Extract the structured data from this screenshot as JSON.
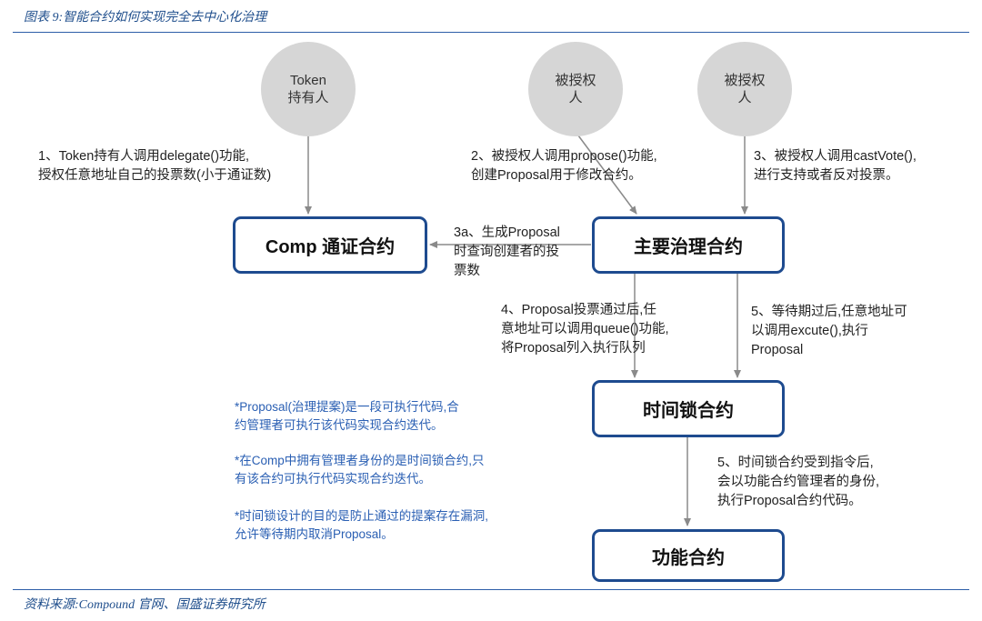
{
  "header": {
    "title": "图表 9:智能合约如何实现完全去中心化治理"
  },
  "footer": {
    "source": "资料来源:Compound 官网、国盛证券研究所"
  },
  "actors": {
    "token_holder": {
      "line1": "Token",
      "line2": "持有人"
    },
    "delegate_a": {
      "line1": "被授权",
      "line2": "人"
    },
    "delegate_b": {
      "line1": "被授权",
      "line2": "人"
    }
  },
  "boxes": {
    "comp": "Comp 通证合约",
    "governor": "主要治理合约",
    "timelock": "时间锁合约",
    "function": "功能合约"
  },
  "steps": {
    "s1": {
      "line1": "1、Token持有人调用delegate()功能,",
      "line2": "授权任意地址自己的投票数(小于通证数)"
    },
    "s2": {
      "line1": "2、被授权人调用propose()功能,",
      "line2": "创建Proposal用于修改合约。"
    },
    "s3": {
      "line1": "3、被授权人调用castVote(),",
      "line2": "进行支持或者反对投票。"
    },
    "s3a": {
      "line1": "3a、生成Proposal",
      "line2": "时查询创建者的投",
      "line3": "票数"
    },
    "s4": {
      "line1": "4、Proposal投票通过后,任",
      "line2": "意地址可以调用queue()功能,",
      "line3": "将Proposal列入执行队列"
    },
    "s5a": {
      "line1": "5、等待期过后,任意地址可",
      "line2": "以调用excute(),执行",
      "line3": "Proposal"
    },
    "s5b": {
      "line1": "5、时间锁合约受到指令后,",
      "line2": "会以功能合约管理者的身份,",
      "line3": "执行Proposal合约代码。"
    }
  },
  "notes": {
    "n1": {
      "line1": "*Proposal(治理提案)是一段可执行代码,合",
      "line2": "约管理者可执行该代码实现合约迭代。"
    },
    "n2": {
      "line1": "*在Comp中拥有管理者身份的是时间锁合约,只",
      "line2": "有该合约可执行代码实现合约迭代。"
    },
    "n3": {
      "line1": "*时间锁设计的目的是防止通过的提案存在漏洞,",
      "line2": "允许等待期内取消Proposal。"
    }
  },
  "colors": {
    "accent": "#1e4b8f",
    "note": "#2a5fb3",
    "circle": "#d6d6d6",
    "arrow": "#8a8a8a"
  }
}
